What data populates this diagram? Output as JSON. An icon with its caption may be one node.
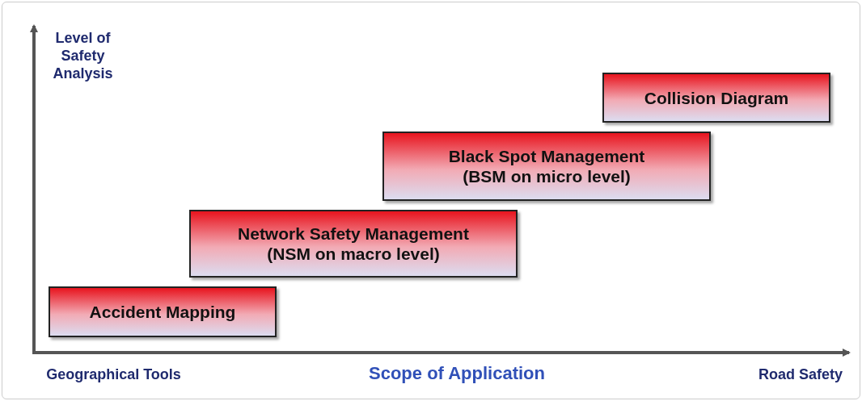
{
  "diagram": {
    "nodes": [
      {
        "text": [
          "Accident Mapping"
        ]
      },
      {
        "text": [
          "Network Safety Management",
          "(NSM on macro level)"
        ]
      },
      {
        "text": [
          "Black Spot Management",
          "(BSM on micro level)"
        ]
      },
      {
        "text": [
          "Collision Diagram"
        ]
      }
    ],
    "labels": [
      "Level of Safety Analysis",
      "Geographical Tools",
      "Scope of Application",
      "Road Safety"
    ]
  }
}
